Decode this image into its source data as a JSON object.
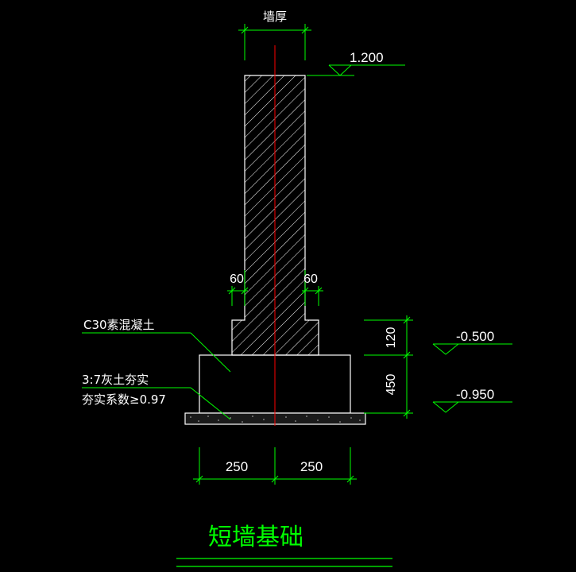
{
  "dimensions": {
    "wall_thickness_label": "墙厚",
    "offset_left": "60",
    "offset_right": "60",
    "step_height": "120",
    "base_height": "450",
    "half_width_left": "250",
    "half_width_right": "250"
  },
  "elevations": {
    "top": "1.200",
    "mid": "-0.500",
    "bottom": "-0.950"
  },
  "notes": {
    "concrete": "C30素混凝土",
    "soil_line1": "3:7灰土夯实",
    "soil_line2": "夯实系数≥0.97"
  },
  "title": "短墙基础",
  "colors": {
    "background": "#000000",
    "outline": "#ffffff",
    "dimension": "#00ff00",
    "centerline": "#ff0000",
    "title": "#00ff00"
  }
}
